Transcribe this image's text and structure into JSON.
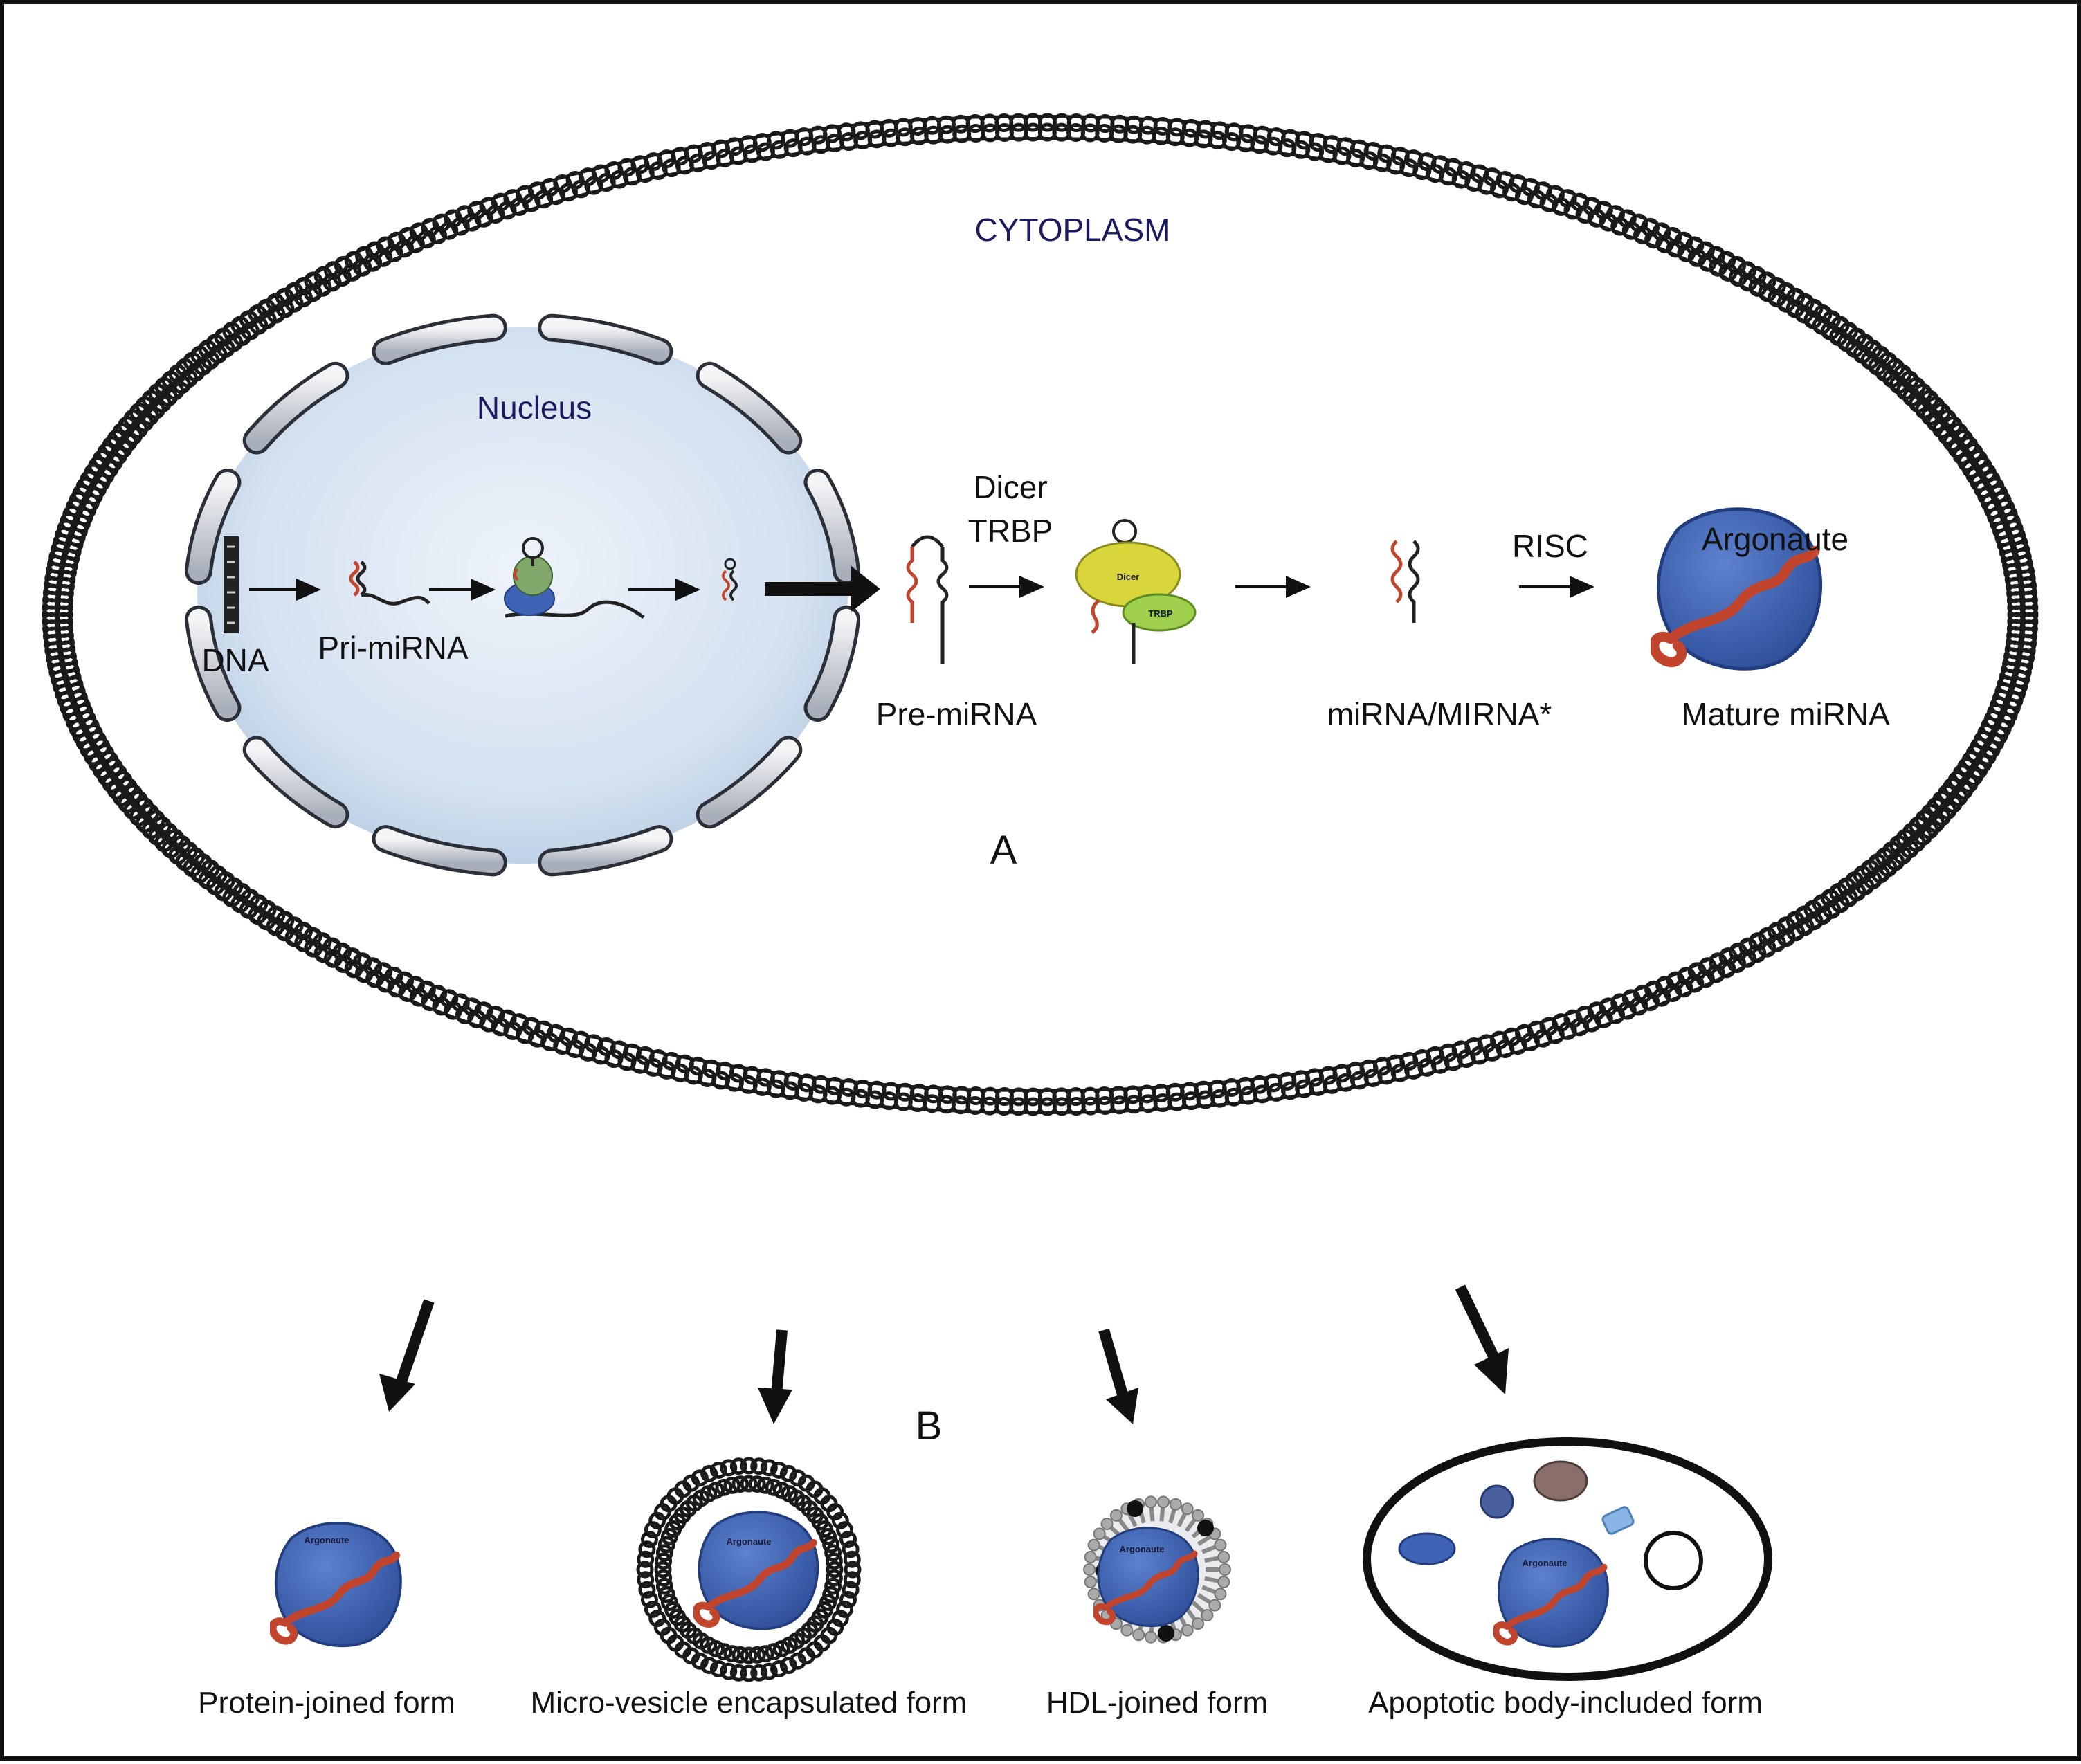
{
  "compartments": {
    "cytoplasm": "CYTOPLASM",
    "nucleus": "Nucleus"
  },
  "panels": {
    "a": "A",
    "b": "B"
  },
  "pathway": {
    "dna": "DNA",
    "pri_mirna": "Pri-miRNA",
    "pre_mirna": "Pre-miRNA",
    "dicer": "Dicer",
    "trbp": "TRBP",
    "duplex": "miRNA/MIRNA*",
    "risc": "RISC",
    "argonaute": "Argonaute",
    "mature": "Mature miRNA"
  },
  "complex_labels": {
    "dicer": "Dicer",
    "trbp": "TRBP",
    "argonaute": "Argonaute"
  },
  "forms": [
    {
      "label": "Protein-joined form"
    },
    {
      "label": "Micro-vesicle encapsulated form"
    },
    {
      "label": "HDL-joined form"
    },
    {
      "label": "Apoptotic body-included form"
    }
  ],
  "colors": {
    "border": "#111111",
    "membrane": "#1a1a1a",
    "nucleus_fill": "#d4e1f0",
    "envelope": "#d3d7de",
    "argonaute": "#3f64b6",
    "rna_red": "#c0452c",
    "dicer": "#d8d63a",
    "trbp": "#9ed04e",
    "label_navy": "#1a1a5e"
  }
}
